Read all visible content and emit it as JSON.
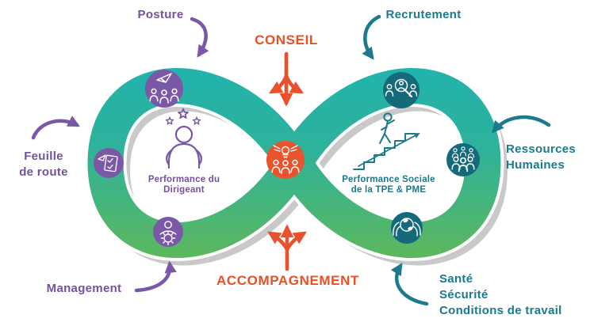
{
  "diagram": {
    "type": "infinity-loop",
    "labels": {
      "posture": "Posture",
      "conseil": "CONSEIL",
      "recrutement": "Recrutement",
      "feuille_line1": "Feuille",
      "feuille_line2": "de route",
      "ressources_line1": "Ressources",
      "ressources_line2": "Humaines",
      "management": "Management",
      "accompagnement": "ACCOMPAGNEMENT",
      "sante_line1": "Santé",
      "sante_line2": "Sécurité",
      "sante_line3": "Conditions de travail"
    },
    "left_loop": {
      "caption_line1": "Performance",
      "caption_line2": "du Dirigeant"
    },
    "right_loop": {
      "caption_line1": "Performance",
      "caption_line2": "Sociale de la",
      "caption_line3": "TPE & PME"
    },
    "icons": {
      "posture_node": "paper-plane-team-icon",
      "roadmap_node": "checklist-launch-icon",
      "management_node": "person-gear-icon",
      "recruitment_node": "candidates-magnifier-icon",
      "hr_node": "team-crowd-icon",
      "health_node": "hands-globe-icon",
      "center_node": "shared-idea-lightbulb-icon",
      "left_loop_art": "leader-with-stars-icon",
      "right_loop_art": "person-climbing-stairs-icon"
    },
    "colors": {
      "purple": "#7450a0",
      "purple_node": "#7b57a8",
      "teal_text": "#1b7a8e",
      "teal_node": "#14697a",
      "orange": "#ea4f26",
      "band_teal": "#21b2ac",
      "band_green": "#5eb85b",
      "shadow_gray": "#c9c9c9"
    }
  }
}
